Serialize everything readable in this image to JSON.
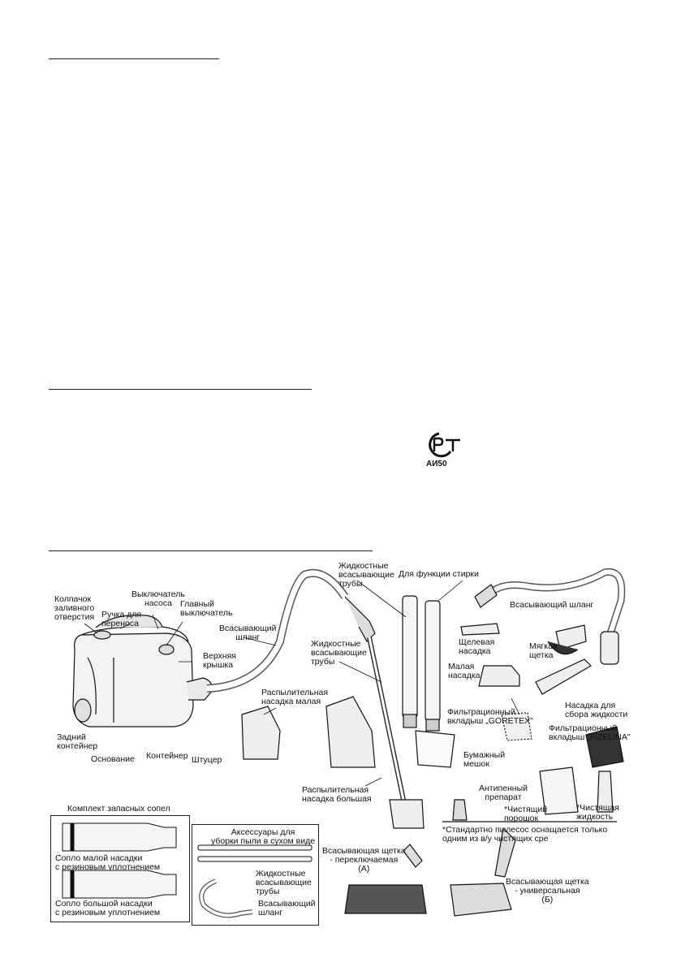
{
  "certification": {
    "mark": "АИ50",
    "icon": "rst-certification-icon"
  },
  "labels": {
    "filler_cap": "Колпачок\nзаливного\nотверстия",
    "carry_handle": "Ручка для\nпереноса",
    "pump_switch": "Выключатель\nнасоса",
    "main_switch": "Главный\nвыключатель",
    "top_cover": "Верхняя\nкрышка",
    "rear_container": "Задний\nконтейнер",
    "base": "Основание",
    "container": "Контейнер",
    "nipple": "Штуцер",
    "suction_hose_main": "Всасывающий\nшланг",
    "liquid_tubes_top": "Жидкостные\nвсасывающие\nтрубы",
    "liquid_tubes_mid": "Жидкостные\nвсасывающие\nтрубы",
    "washing_function": "Для функции стирки",
    "suction_hose_right": "Всасывающий шланг",
    "crevice_nozzle": "Щелевая\nнасадка",
    "soft_brush": "Мягкая\nщетка",
    "small_nozzle": "Малая\nнасадка",
    "liquid_nozzle": "Насадка для\nсбора жидкости",
    "spray_small": "Распылительная\nнасадка малая",
    "spray_large": "Распылительная\nнасадка большая",
    "goretex_insert": "Фильтрационный\nвкладыш „GORETEX\"",
    "fizelina_insert": "Фильтрационный\nвкладыш „FIZELINA\"",
    "paper_bag": "Бумажный\nмешок",
    "antifoam": "Антипенный\nпрепарат",
    "cleaning_powder": "*Чистящий\nпорошок",
    "cleaning_liquid": "*Чистящая\nжидкость",
    "footnote": "*Стандартно пылесос оснащается только\nодним из в/у чистящих сре",
    "spare_nozzle_set": "Комплект запасных сопел",
    "small_nozzle_seal": "Сопло малой насадки\nс резиновым уплотнением",
    "large_nozzle_seal": "Сопло большой насадки\nс резиновым уплотнением",
    "dry_accessories": "Аксессуары для\nуборки пыли в сухом виде",
    "dry_liquid_tubes": "Жидкостные\nвсасывающие\nтрубы",
    "dry_suction_hose": "Всасывающий\nшланг",
    "brush_switchable": "Всасывающая щетка\n- переключаемая\n(А)",
    "brush_universal": "Всасывающая щетка\n- универсальная\n(Б)"
  }
}
